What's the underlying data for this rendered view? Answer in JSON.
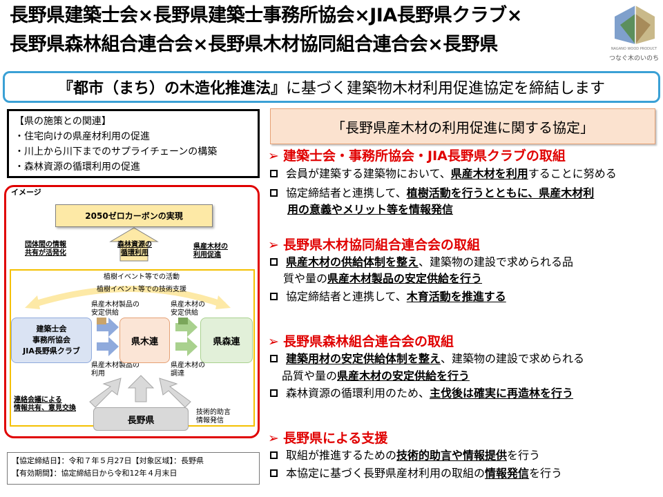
{
  "header": {
    "title_line1": "長野県建築士会×長野県建築士事務所協会×JIA長野県クラブ×",
    "title_line2": "長野県森林組合連合会×長野県木材協同組合連合会×長野県",
    "logo_text": "NAGANO WOOD PRODUCT",
    "logo_caption": "つなぐ木のいのち"
  },
  "subtitle": {
    "bold": "『都市（まち）の木造化推進法』",
    "rest": "に基づく建築物木材利用促進協定を締結します"
  },
  "policy": {
    "heading": "【県の施策との関連】",
    "items": [
      "・住宅向けの県産材利用の促進",
      "・川上から川下までのサプライチェーンの構築",
      "・森林資源の循環利用の促進"
    ]
  },
  "agreement_title": "「長野県産木材の利用促進に関する協定」",
  "diagram": {
    "label": "イメージ",
    "goal": "2050ゼロカーボンの実現",
    "cycle_label": [
      "森林資源の",
      "循環利用"
    ],
    "left_label": [
      "団体間の情報",
      "共有が活発化"
    ],
    "right_label": [
      "県産木材の",
      "利用促進"
    ],
    "event1": "植樹イベント等での活動",
    "event2": "植樹イベント等での技術支援",
    "supply1": [
      "県産木材製品の",
      "安定供給"
    ],
    "supply2": [
      "県産木材の",
      "安定供給"
    ],
    "use1": [
      "県産木材製品の",
      "利用"
    ],
    "use2": [
      "県産木材の",
      "調達"
    ],
    "node_kenchiku": [
      "建築士会",
      "事務所協会",
      "JIA長野県クラブ"
    ],
    "node_kenmoku": "県木連",
    "node_kenshin": "県森連",
    "node_pref": "長野県",
    "meeting": [
      "連絡会議による",
      "情報共有、意見交換"
    ],
    "tech": [
      "技術的助言",
      "情報発信"
    ]
  },
  "sections": [
    {
      "heading": "建築士会・事務所協会・JIA長野県クラブの取組",
      "items": [
        {
          "pre": "会員が建築する建築物において、",
          "em": "県産木材を利用",
          "post": "することに努める",
          "cont": null
        },
        {
          "pre": "協定締結者と連携して、",
          "em": "植樹活動を行うとともに、県産木材利",
          "post": "",
          "cont": {
            "em": "用の意義やメリット等を情報発信",
            "post": ""
          }
        }
      ]
    },
    {
      "heading": "長野県木材協同組合連合会の取組",
      "items": [
        {
          "pre": "",
          "em": "県産木材の供給体制を整え",
          "post": "、建築物の建設で求められる品",
          "cont": {
            "pre": "質や量の",
            "em": "県産木材製品の安定供給を行う",
            "post": ""
          }
        },
        {
          "pre": "協定締結者と連携して、",
          "em": "木育活動を推進する",
          "post": "",
          "cont": null
        }
      ]
    },
    {
      "heading": "長野県森林組合連合会の取組",
      "items": [
        {
          "pre": "",
          "em": "建築用材の安定供給体制を整え",
          "post": "、建築物の建設で求められる",
          "cont": {
            "pre": "品質や量の",
            "em": "県産木材の安定供給を行う",
            "post": ""
          }
        },
        {
          "pre": "森林資源の循環利用のため、",
          "em": "主伐後は確実に再造林を行う",
          "post": "",
          "cont": null
        }
      ]
    },
    {
      "heading": "長野県による支援",
      "items": [
        {
          "pre": "取組が推進するための",
          "em": "技術的助言や情報提供",
          "post": "を行う",
          "cont": null
        },
        {
          "pre": "本協定に基づく長野県産材利用の取組の",
          "em": "情報発信",
          "post": "を行う",
          "cont": null
        }
      ]
    }
  ],
  "footer": {
    "line1": "【協定締結日】：令和７年５月27日【対象区域】：長野県",
    "line2": "【有効期間】：協定締結日から令和12年４月末日"
  },
  "colors": {
    "accent_red": "#e00000",
    "frame_blue": "#3aa0d5",
    "agreement_bg": "#fbe2cf",
    "inner_yellow": "#f4c000"
  }
}
